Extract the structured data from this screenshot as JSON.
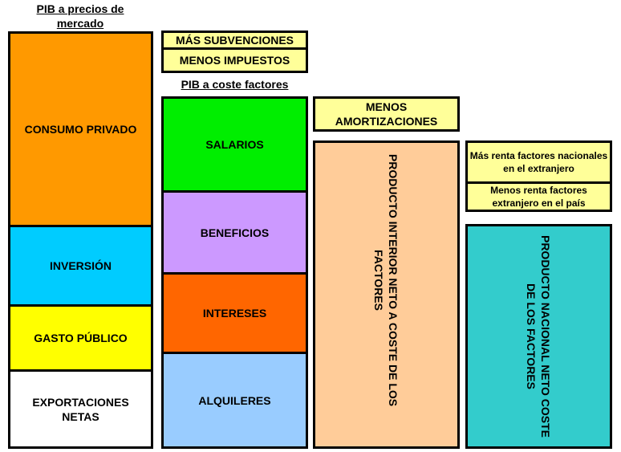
{
  "col1": {
    "header": "PIB a precios de mercado",
    "items": [
      {
        "label": "CONSUMO PRIVADO",
        "color": "#ff9900"
      },
      {
        "label": "INVERSIÓN",
        "color": "#00ccff"
      },
      {
        "label": "GASTO PÚBLICO",
        "color": "#ffff00"
      },
      {
        "label": "EXPORTACIONES NETAS",
        "color": "#ffffff"
      }
    ]
  },
  "col2": {
    "adjust_top": {
      "label": "MÁS SUBVENCIONES",
      "color": "#ffff99"
    },
    "adjust_bottom": {
      "label": "MENOS IMPUESTOS",
      "color": "#ffff99"
    },
    "header": "PIB a coste factores",
    "items": [
      {
        "label": "SALARIOS",
        "color": "#00ee00"
      },
      {
        "label": "BENEFICIOS",
        "color": "#cc99ff"
      },
      {
        "label": "INTERESES",
        "color": "#ff6600"
      },
      {
        "label": "ALQUILERES",
        "color": "#99ccff"
      }
    ]
  },
  "col3": {
    "adjust": {
      "label": "MENOS AMORTIZACIONES",
      "color": "#ffff99"
    },
    "block": {
      "label_line1": "PRODUCTO INTERIOR NETO A COSTE DE LOS",
      "label_line2": "FACTORES",
      "color": "#ffcc99"
    }
  },
  "col4": {
    "adjust_top": {
      "label": "Más renta factores nacionales en el extranjero",
      "color": "#ffff99"
    },
    "adjust_bottom": {
      "label": "Menos renta factores extranjero en el país",
      "color": "#ffff99"
    },
    "block": {
      "label_line1": "PRODUCTO NACIONAL NETO COSTE",
      "label_line2": "DE LOS FACTORES",
      "color": "#33cccc"
    }
  }
}
